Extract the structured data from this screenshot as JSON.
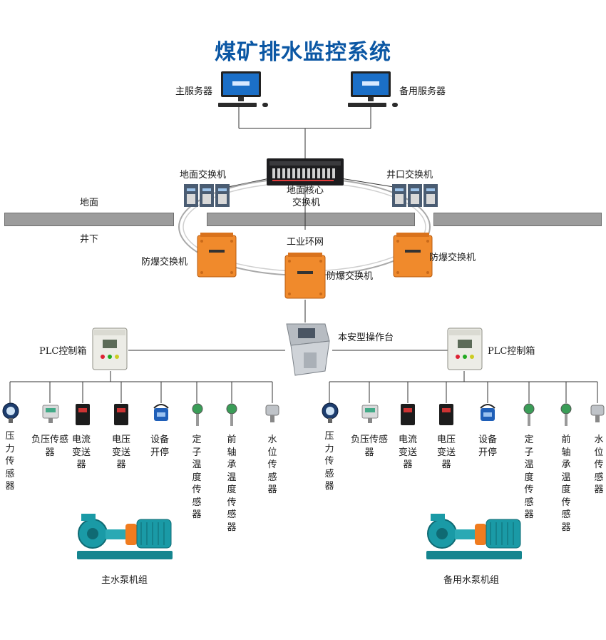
{
  "title": "煤矿排水监控系统",
  "servers": {
    "main": "主服务器",
    "backup": "备用服务器"
  },
  "network": {
    "ground_switch": "地面交换机",
    "shaft_switch": "井口交换机",
    "core_switch_line1": "地面核心",
    "core_switch_line2": "交换机",
    "ring": "工业环网",
    "explosion_proof_switch": "防爆交换机"
  },
  "zones": {
    "surface": "地面",
    "underground": "井下"
  },
  "console": "本安型操作台",
  "plc": "PLC控制箱",
  "sensors": [
    "压力传感器",
    "负压传感器",
    "电流变送器",
    "电压变送器",
    "设备开停",
    "定子温度传感器",
    "前轴承温度传感器",
    "水位传感器"
  ],
  "pumps": {
    "main": "主水泵机组",
    "backup": "备用水泵机组"
  },
  "colors": {
    "title": "#0b57a4",
    "enclosure": "#f08a2c",
    "pump_body": "#1a9aa6",
    "coupling": "#f07c1f"
  }
}
